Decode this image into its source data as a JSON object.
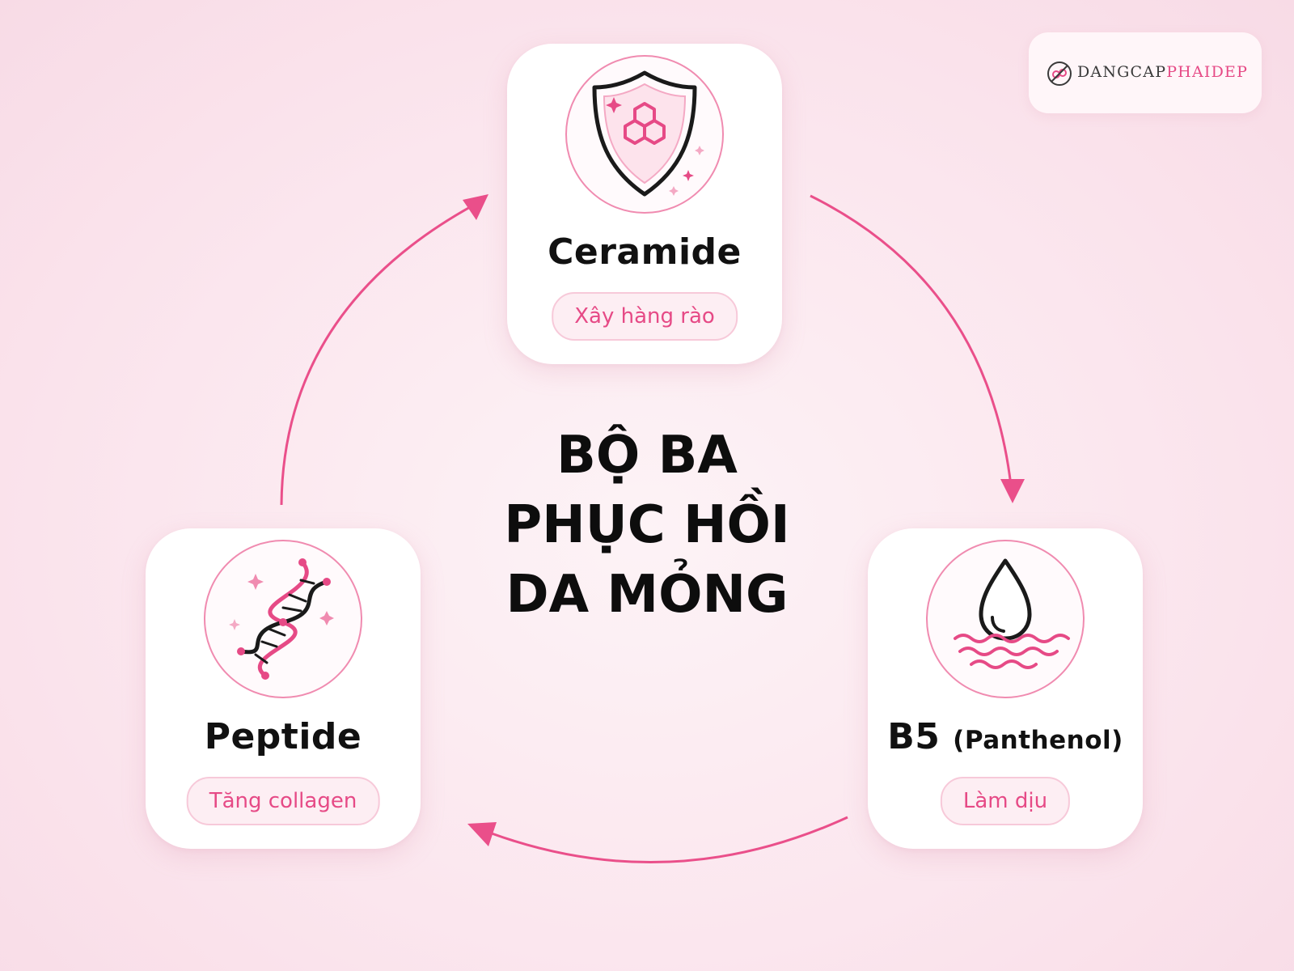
{
  "brand": {
    "part1": "DANGCAP",
    "part2": "PHAIDEP"
  },
  "title": {
    "line1": "BỘ BA",
    "line2": "PHỤC HỒI",
    "line3": "DA MỎNG"
  },
  "cards": {
    "ceramide": {
      "name": "Ceramide",
      "benefit": "Xây hàng rào",
      "icon": "shield-honeycomb-icon"
    },
    "b5": {
      "name": "B5",
      "name_sub": "(Panthenol)",
      "benefit": "Làm dịu",
      "icon": "water-drop-icon"
    },
    "peptide": {
      "name": "Peptide",
      "benefit": "Tăng collagen",
      "icon": "dna-helix-icon"
    }
  },
  "colors": {
    "accent": "#e64a86",
    "pill_bg": "#fdeef3",
    "badge_ring": "#f08bb0",
    "text": "#111111"
  }
}
